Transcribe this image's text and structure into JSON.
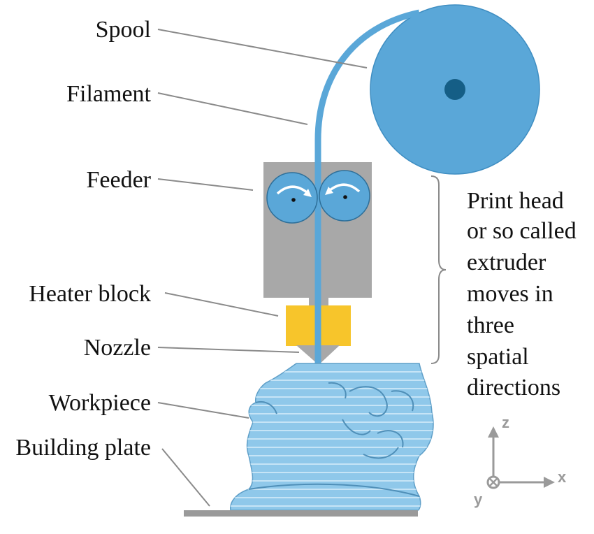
{
  "labels": {
    "spool": "Spool",
    "filament": "Filament",
    "feeder": "Feeder",
    "heater_block": "Heater block",
    "nozzle": "Nozzle",
    "workpiece": "Workpiece",
    "building_plate": "Building plate"
  },
  "print_head_note": [
    "Print head",
    "or so called",
    "extruder",
    "moves in",
    "three",
    "spatial",
    "directions"
  ],
  "axes": {
    "z": "z",
    "x": "x",
    "y": "y"
  },
  "colors": {
    "spool": "#5aa7d8",
    "spool_hub": "#155e86",
    "filament": "#5aa7d8",
    "feeder_body": "#a8a8a8",
    "heater_block": "#f7c52b",
    "nozzle": "#a8a8a8",
    "workpiece": "#8fc8ea",
    "building_plate": "#9a9a9a",
    "leader": "#8a8a8a"
  }
}
